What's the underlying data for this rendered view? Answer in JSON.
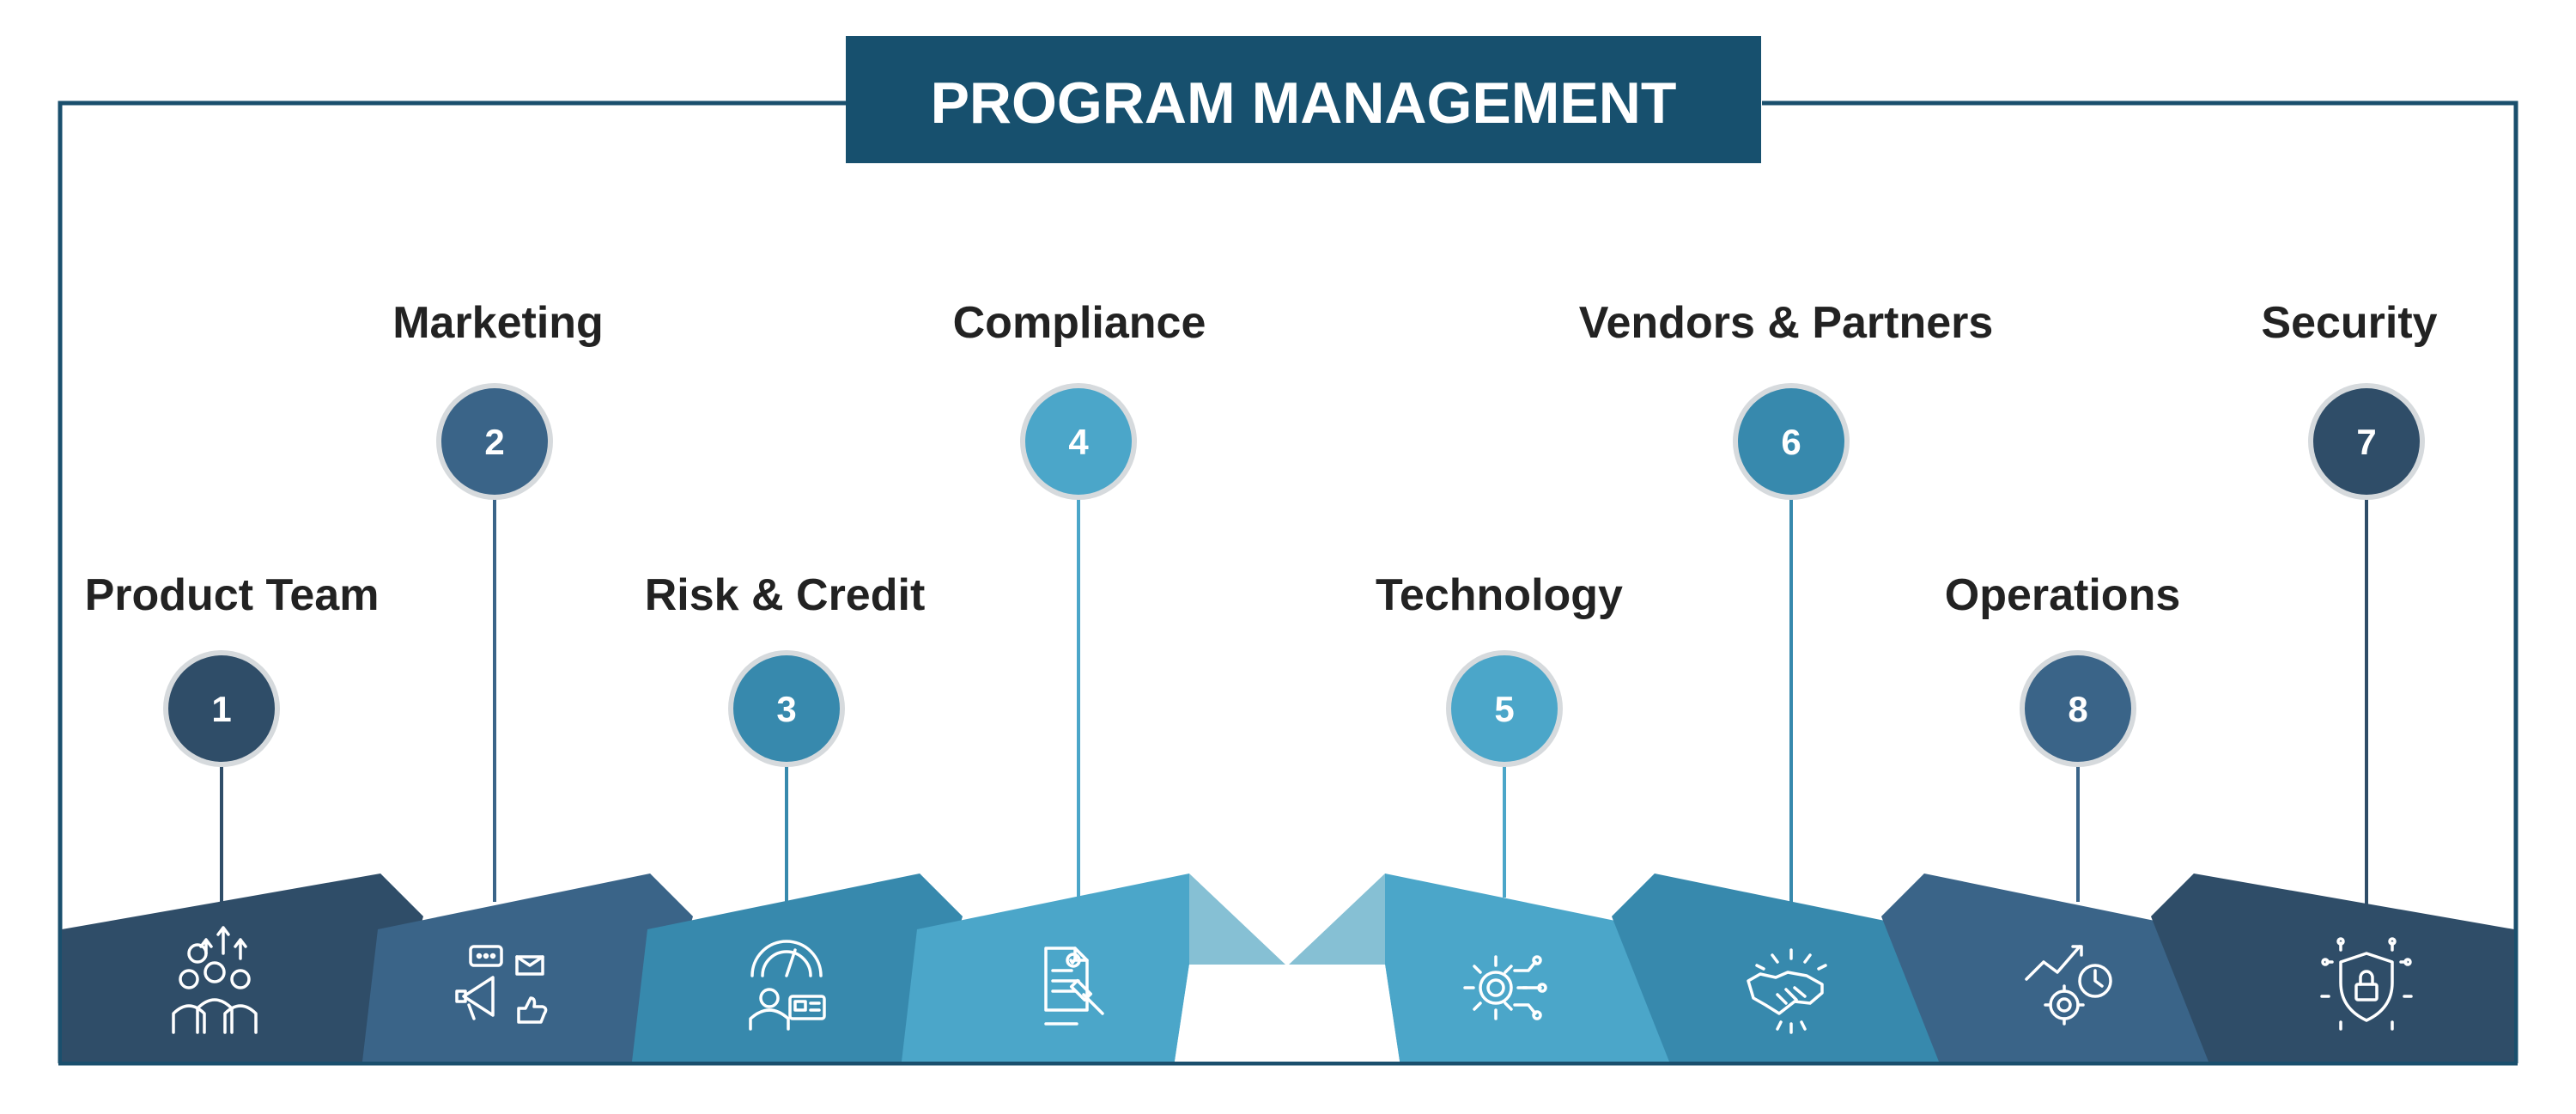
{
  "title": "PROGRAM MANAGEMENT",
  "colors": {
    "frame": "#1a4f6d",
    "title_bg": "#17506e",
    "title_text": "#ffffff",
    "label_text": "#222222",
    "circle_ring": "#d6dadd",
    "number_text": "#ffffff",
    "icon_stroke": "#ffffff",
    "gap_fill": "#ffffff"
  },
  "items": [
    {
      "number": "1",
      "label": "Product Team",
      "color": "#2f4d68",
      "icon": "team-growth-icon"
    },
    {
      "number": "2",
      "label": "Marketing",
      "color": "#3a6488",
      "icon": "megaphone-icon"
    },
    {
      "number": "3",
      "label": "Risk & Credit",
      "color": "#3789ad",
      "icon": "credit-score-icon"
    },
    {
      "number": "4",
      "label": "Compliance",
      "color": "#4ba6c9",
      "icon": "legal-document-icon"
    },
    {
      "number": "5",
      "label": "Technology",
      "color": "#4ba6c9",
      "icon": "gear-circuit-icon"
    },
    {
      "number": "6",
      "label": "Vendors & Partners",
      "color": "#3789ad",
      "icon": "handshake-icon"
    },
    {
      "number": "8",
      "label": "Operations",
      "color": "#3a6488",
      "icon": "growth-gear-icon"
    },
    {
      "number": "7",
      "label": "Security",
      "color": "#2f4d68",
      "icon": "shield-lock-icon"
    }
  ]
}
